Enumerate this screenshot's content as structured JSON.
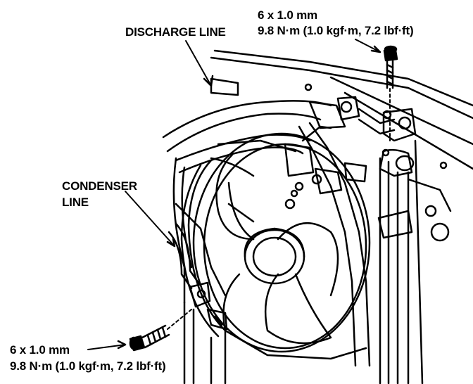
{
  "labels": {
    "discharge_line": "DISCHARGE LINE",
    "condenser_line_1": "CONDENSER",
    "condenser_line_2": "LINE",
    "top_bolt_size": "6 x 1.0 mm",
    "top_bolt_torque": "9.8 N·m (1.0 kgf·m, 7.2 lbf·ft)",
    "bottom_bolt_size": "6 x 1.0 mm",
    "bottom_bolt_torque": "9.8 N·m (1.0 kgf·m, 7.2 lbf·ft)"
  },
  "colors": {
    "ink": "#000000",
    "paper": "#ffffff"
  },
  "icons": [
    "bolt-icon",
    "arrow-icon"
  ]
}
